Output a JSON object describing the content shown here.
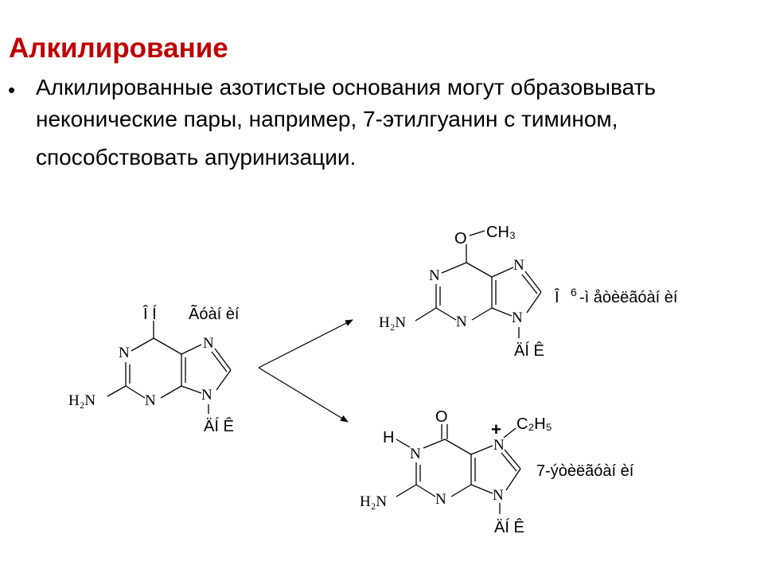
{
  "slide": {
    "title": "Алкилирование",
    "title_color": "#c00000",
    "bullet": "•",
    "text_lines": [
      "Алкилированные азотистые основания могут образовывать",
      "неконические пары, например, 7-этилгуанин с тимином,",
      "способствовать апуринизации."
    ]
  },
  "figure": {
    "atoms": {
      "N": "N",
      "H": "H",
      "O": "O",
      "plus": "+",
      "amino": "H₂N"
    },
    "guanine": {
      "top_label": "Î Í",
      "name": "Ãóàí èí",
      "sugar": "ÄÍ Ê"
    },
    "o6": {
      "ch3": "CH₃",
      "name_prefix": "Î ",
      "name_sup": "6",
      "name_suffix": "-ì åòèëãóàí èí",
      "sugar": "ÄÍ Ê"
    },
    "n7": {
      "ethyl": "C₂H₅",
      "name": "7-ýòèëãóàí èí",
      "sugar": "ÄÍ Ê"
    }
  }
}
